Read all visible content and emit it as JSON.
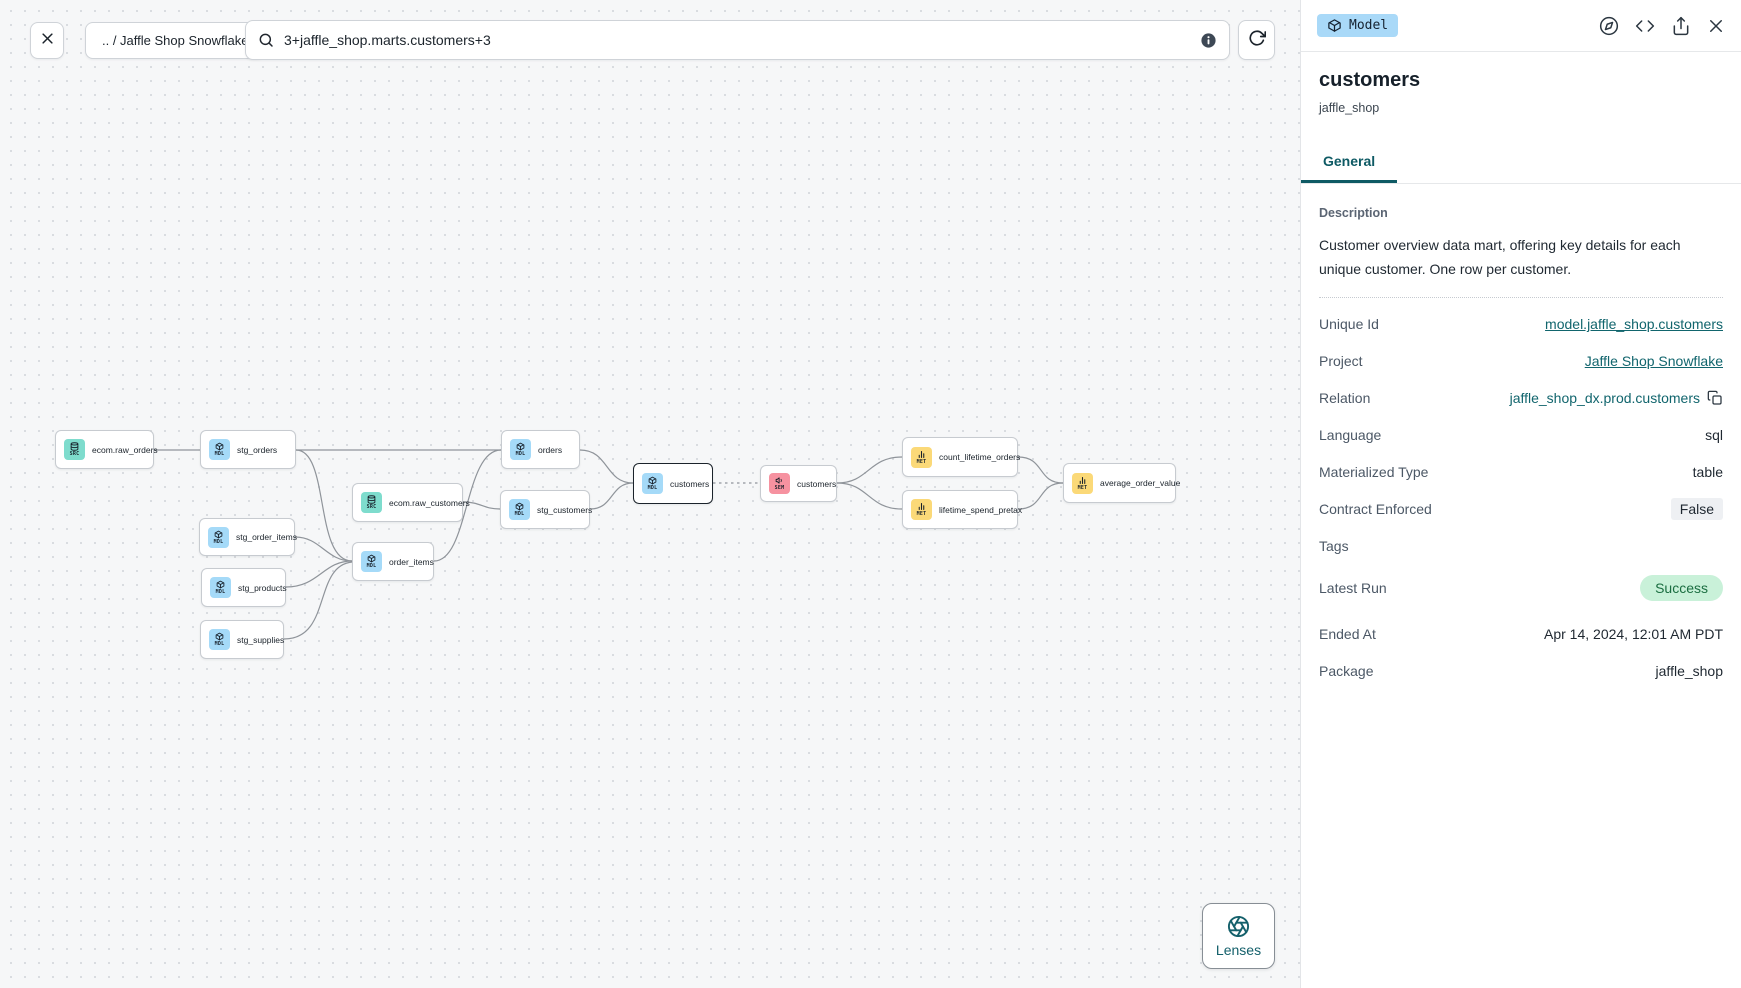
{
  "colors": {
    "accent_teal": "#11656d",
    "node_src": "#7edccd",
    "node_mdl": "#a5daf8",
    "node_sem": "#f692a0",
    "node_met": "#fbd978",
    "model_badge_bg": "#a9d9f8",
    "success_bg": "#c9f1d9",
    "success_text": "#1b6e41"
  },
  "toolbar": {
    "breadcrumb": ".. / Jaffle Shop Snowflake",
    "search_value": "3+jaffle_shop.marts.customers+3"
  },
  "canvas": {
    "lenses_label": "Lenses",
    "nodes": [
      {
        "label": "ecom.raw_orders",
        "type_label": "SRC"
      },
      {
        "label": "stg_orders",
        "type_label": "MDL"
      },
      {
        "label": "ecom.raw_customers",
        "type_label": "SRC"
      },
      {
        "label": "stg_order_items",
        "type_label": "MDL"
      },
      {
        "label": "stg_products",
        "type_label": "MDL"
      },
      {
        "label": "stg_supplies",
        "type_label": "MDL"
      },
      {
        "label": "order_items",
        "type_label": "MDL"
      },
      {
        "label": "orders",
        "type_label": "MDL"
      },
      {
        "label": "stg_customers",
        "type_label": "MDL"
      },
      {
        "label": "customers",
        "type_label": "MDL"
      },
      {
        "label": "customers",
        "type_label": "SEM"
      },
      {
        "label": "count_lifetime_orders",
        "type_label": "MET"
      },
      {
        "label": "lifetime_spend_pretax",
        "type_label": "MET"
      },
      {
        "label": "average_order_value",
        "type_label": "MET"
      }
    ]
  },
  "panel": {
    "badge_label": "Model",
    "title": "customers",
    "subtitle": "jaffle_shop",
    "tab": "General",
    "description_label": "Description",
    "description": "Customer overview data mart, offering key details for each unique customer. One row per customer.",
    "fields": {
      "unique_id": {
        "label": "Unique Id",
        "value": "model.jaffle_shop.customers"
      },
      "project": {
        "label": "Project",
        "value": "Jaffle Shop Snowflake"
      },
      "relation": {
        "label": "Relation",
        "value": "jaffle_shop_dx.prod.customers"
      },
      "language": {
        "label": "Language",
        "value": "sql"
      },
      "materialized_type": {
        "label": "Materialized Type",
        "value": "table"
      },
      "contract_enforced": {
        "label": "Contract Enforced",
        "value": "False"
      },
      "tags": {
        "label": "Tags",
        "value": ""
      },
      "latest_run": {
        "label": "Latest Run",
        "value": "Success"
      },
      "ended_at": {
        "label": "Ended At",
        "value": "Apr 14, 2024, 12:01 AM PDT"
      },
      "package": {
        "label": "Package",
        "value": "jaffle_shop"
      }
    }
  }
}
